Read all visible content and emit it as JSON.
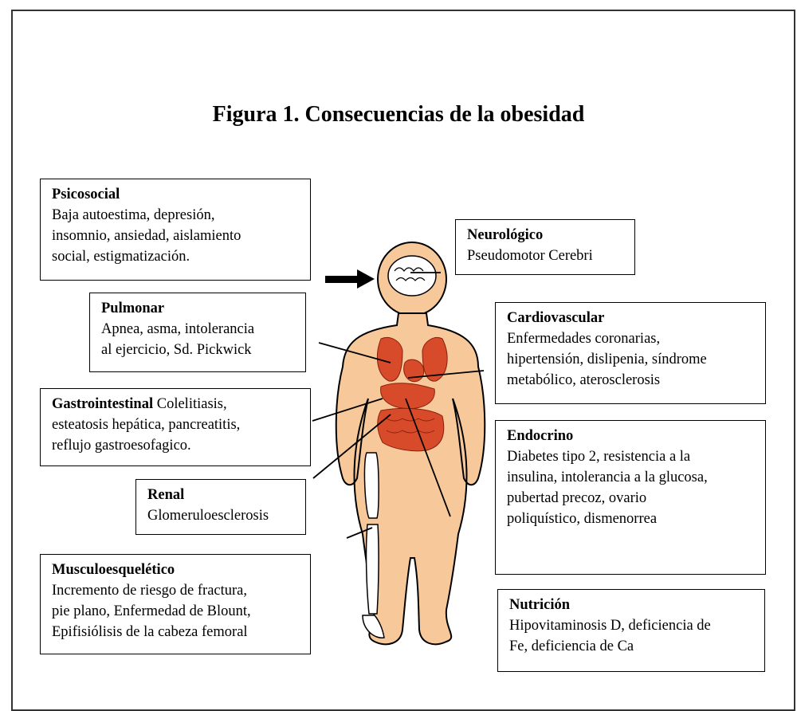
{
  "title": "Figura 1. Consecuencias de la obesidad",
  "boxes": {
    "psicosocial": {
      "heading": "Psicosocial",
      "text": "Baja autoestima, depresión,\ninsomnio, ansiedad, aislamiento\nsocial, estigmatización."
    },
    "neurologico": {
      "heading": "Neurológico",
      "text": "Pseudomotor Cerebri"
    },
    "pulmonar": {
      "heading": "Pulmonar",
      "text": "Apnea, asma, intolerancia\nal ejercicio, Sd. Pickwick"
    },
    "cardiovascular": {
      "heading": "Cardiovascular",
      "text": "Enfermedades coronarias,\nhipertensión, dislipenia, síndrome\nmetabólico, aterosclerosis"
    },
    "gastrointestinal": {
      "heading": "Gastrointestinal",
      "text": " Colelitiasis,\nesteatosis hepática, pancreatitis,\nreflujo gastroesofagico."
    },
    "endocrino": {
      "heading": "Endocrino",
      "text": "Diabetes tipo 2, resistencia a la\ninsulina, intolerancia a la glucosa,\npubertad precoz, ovario\npoliquístico, dismenorrea"
    },
    "renal": {
      "heading": "Renal",
      "text": "Glomeruloesclerosis"
    },
    "musculoesqueletico": {
      "heading": "Musculoesquelético",
      "text": "Incremento de riesgo de fractura,\npie plano, Enfermedad de Blount,\nEpifisiólisis de la cabeza femoral"
    },
    "nutricion": {
      "heading": "Nutrición",
      "text": "Hipovitaminosis D, deficiencia de\nFe, deficiencia de Ca"
    }
  },
  "colors": {
    "skin": "#f7c99a",
    "organ": "#d84b2a",
    "bone": "#ffffff",
    "outline": "#000000"
  }
}
